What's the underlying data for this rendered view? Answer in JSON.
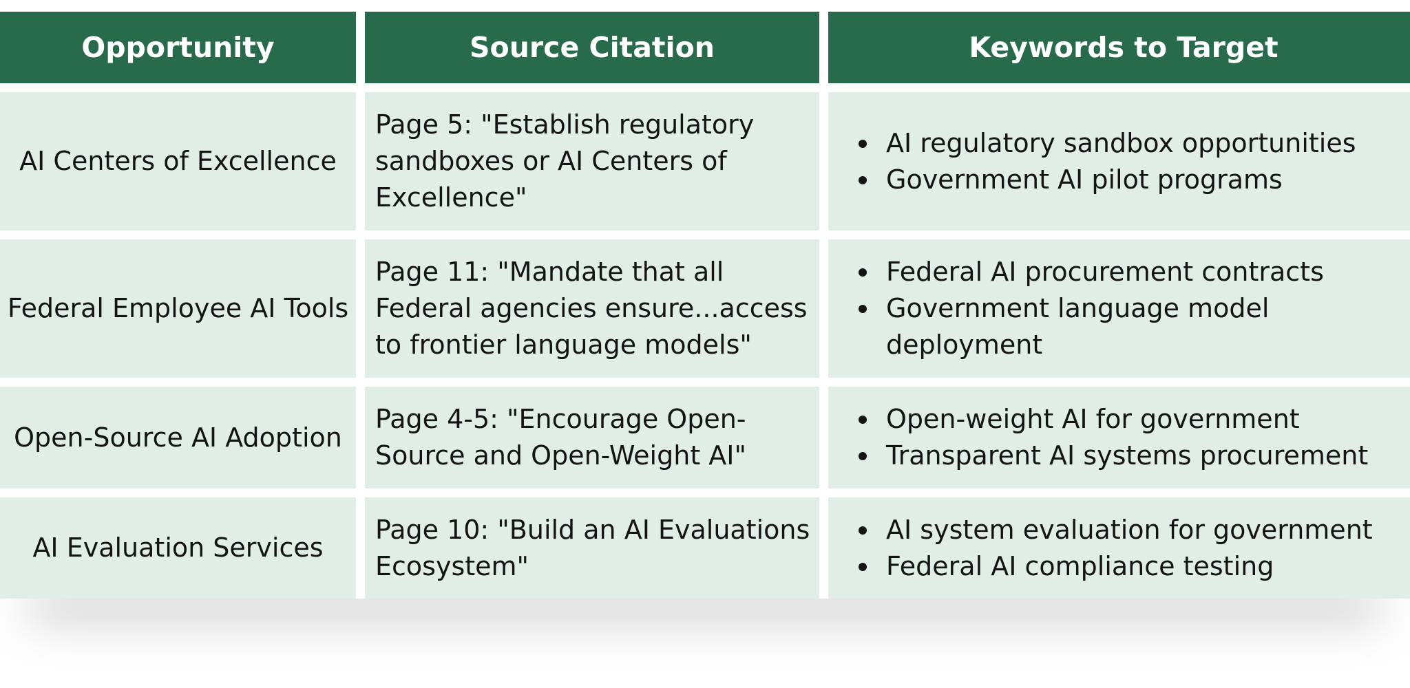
{
  "headers": {
    "opportunity": "Opportunity",
    "source": "Source Citation",
    "keywords": "Keywords to Target"
  },
  "rows": [
    {
      "opportunity": "AI Centers of Excellence",
      "citation": "Page 5: \"Establish regulatory sandboxes or AI Centers of Excellence\"",
      "keywords": [
        "AI regulatory sandbox opportunities",
        "Government AI pilot programs"
      ]
    },
    {
      "opportunity": "Federal Employee AI Tools",
      "citation": "Page 11: \"Mandate that all Federal agencies ensure...access to frontier language models\"",
      "keywords": [
        "Federal AI procurement contracts",
        "Government language model deployment"
      ]
    },
    {
      "opportunity": "Open-Source AI Adoption",
      "citation": "Page 4-5: \"Encourage Open-Source and Open-Weight AI\"",
      "keywords": [
        "Open-weight AI for government",
        "Transparent AI systems procurement"
      ]
    },
    {
      "opportunity": "AI Evaluation Services",
      "citation": "Page 10: \"Build an AI Evaluations Ecosystem\"",
      "keywords": [
        "AI system evaluation for government",
        "Federal AI compliance testing"
      ]
    }
  ]
}
